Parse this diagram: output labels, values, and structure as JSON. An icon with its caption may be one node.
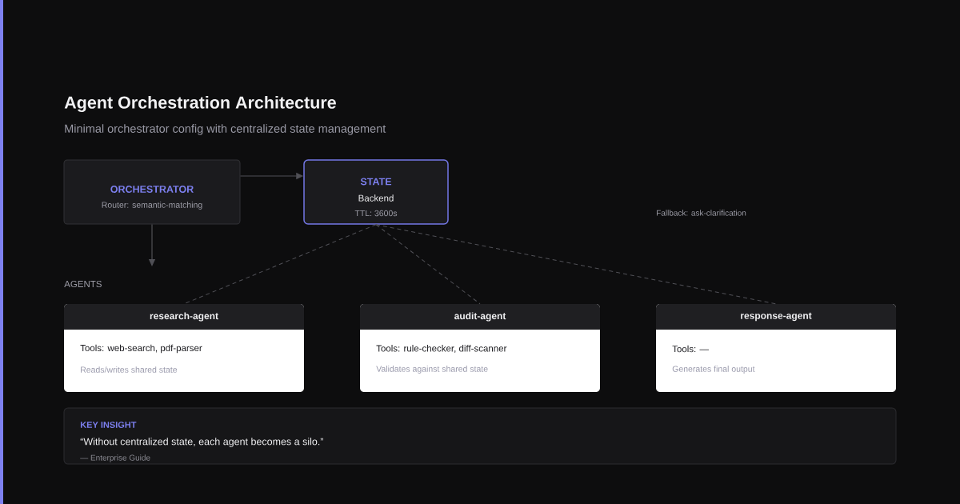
{
  "diagram": {
    "title": "Agent Orchestration Architecture",
    "nodes": [
      {
        "text": [
          "ORCHESTRATOR",
          "Router: semantic-matching"
        ]
      },
      {
        "text": [
          "STATE",
          "Backend",
          "TTL: 3600s"
        ]
      },
      {
        "text": [
          "research-agent",
          "Tools: web-search, pdf-parser",
          "Reads/writes shared state"
        ]
      },
      {
        "text": [
          "audit-agent",
          "Tools: rule-checker, diff-scanner",
          "Validates against shared state"
        ]
      },
      {
        "text": [
          "response-agent",
          "Tools: —",
          "Generates final output"
        ]
      },
      {
        "text": [
          "KEY INSIGHT",
          "“Without centralized state, each agent becomes a silo.”",
          "— Enterprise Guide"
        ]
      }
    ],
    "edges": [
      {
        "from": 0,
        "to": 1,
        "arrow": "to"
      },
      {
        "from": 0,
        "to": null,
        "arrow": "to"
      },
      {
        "from": 1,
        "to": 2,
        "arrow": "none",
        "style": "dashed"
      },
      {
        "from": 1,
        "to": 3,
        "arrow": "none",
        "style": "dashed"
      },
      {
        "from": 1,
        "to": 4,
        "arrow": "none",
        "style": "dashed"
      }
    ],
    "labels": [
      "Minimal orchestrator config with centralized state management",
      "Fallback: ask-clarification",
      "AGENTS"
    ]
  }
}
